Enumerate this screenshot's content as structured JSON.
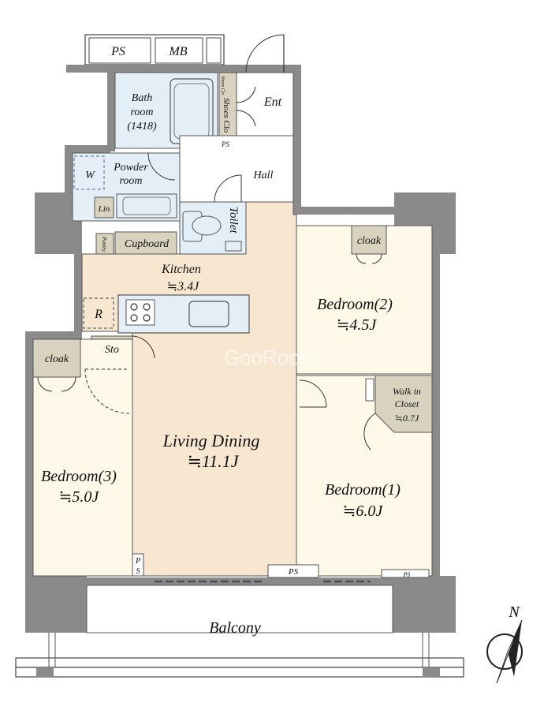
{
  "rooms": {
    "ps_top": "PS",
    "mb_top": "MB",
    "bath_line1": "Bath",
    "bath_line2": "room",
    "bath_line3": "(1418)",
    "shoes_closet": "Shoes Clo",
    "shoes_cl_small": "Shoes Clo",
    "ent": "Ent",
    "ps_bath": "PS",
    "powder_line1": "Powder",
    "powder_line2": "room",
    "w": "W",
    "hall": "Hall",
    "lin": "Lin",
    "toilet": "Toilet",
    "cupboard": "Cupboard",
    "pantry": "Pantry",
    "kitchen": "Kitchen",
    "kitchen_area": "≒3.4J",
    "r": "R",
    "sto": "Sto",
    "cloak_left": "cloak",
    "cloak_right": "cloak",
    "bedroom2": "Bedroom(2)",
    "bedroom2_area": "≒4.5J",
    "walk_in_line1": "Walk in",
    "walk_in_line2": "Closet",
    "walk_in_area": "≒0.7J",
    "living_dining": "Living Dining",
    "living_dining_area": "≒11.1J",
    "bedroom3": "Bedroom(3)",
    "bedroom3_area": "≒5.0J",
    "bedroom1": "Bedroom(1)",
    "bedroom1_area": "≒6.0J",
    "ps_living_1": "P",
    "ps_living_2": "S",
    "ps_bottom_mid": "PS",
    "ps_bottom_right": "PS",
    "balcony": "Balcony",
    "north": "N",
    "watermark": "GooRoom"
  },
  "colors": {
    "wall": "#8a8a8a",
    "bath": "#e4eef6",
    "floor": "#fdf8e8",
    "living": "#f7e6d0",
    "storage": "#d8d2bf",
    "white": "#ffffff"
  }
}
